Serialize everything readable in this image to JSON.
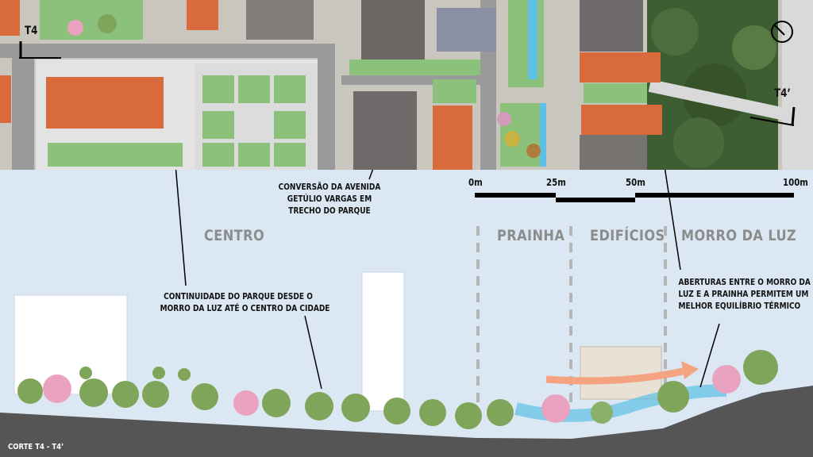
{
  "section_markers": {
    "start": "T4",
    "end": "T4’"
  },
  "zones": [
    "CENTRO",
    "PRAINHA",
    "EDIFÍCIOS",
    "MORRO DA LUZ"
  ],
  "annotations": {
    "avenue": [
      "CONVERSÃO DA AVENIDA",
      "GETÚLIO VARGAS EM",
      "TRECHO DO PARQUE"
    ],
    "park": [
      "CONTINUIDADE DO PARQUE DESDE O",
      "MORRO DA LUZ ATÉ O CENTRO DA CIDADE"
    ],
    "openings": [
      "ABERTURAS ENTRE O MORRO DA",
      "LUZ E A PRAINHA PERMITEM UM",
      "MELHOR EQUILÍBRIO TÉRMICO"
    ]
  },
  "scale_bar": {
    "ticks": [
      "0m",
      "25m",
      "50m",
      "100m"
    ]
  },
  "footer": "CORTE T4 - T4’",
  "colors": {
    "sky": "#dbe8f3",
    "ground": "#555555",
    "roof": "#d86a3c",
    "grass": "#8bc17a",
    "canopy": "#7fa55a",
    "pink_tree": "#e9a2c0",
    "water": "#5cc1e4",
    "forest": "#3d5e33",
    "road": "#9a9a9a"
  }
}
